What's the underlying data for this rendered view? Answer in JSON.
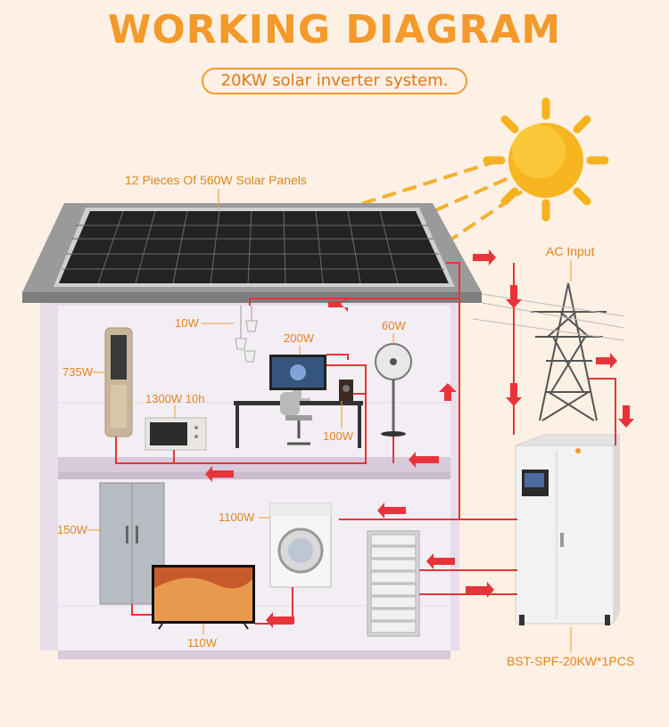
{
  "title": "WORKING DIAGRAM",
  "subtitle": "20KW solar inverter system.",
  "labels": {
    "solar_panels": "12 Pieces Of 560W Solar Panels",
    "ac_input": "AC Input",
    "lamp": "10W",
    "computer": "200W",
    "fan": "60W",
    "air_conditioner": "735W",
    "microwave": "1300W 10h",
    "speaker": "100W",
    "washer": "1100W",
    "fridge": "150W",
    "tv": "110W",
    "inverter": "BST-SPF-20KW*1PCS"
  },
  "colors": {
    "accent": "#f39a2b",
    "wire": "#e8333a",
    "house": "#9a9a9a",
    "panel": "#2a2a2a"
  },
  "icons": [
    "sun-icon",
    "solar-panel-icon",
    "pylon-icon",
    "inverter-icon",
    "battery-icon",
    "lamp-icon",
    "computer-icon",
    "fan-icon",
    "air-conditioner-icon",
    "microwave-icon",
    "speaker-icon",
    "washer-icon",
    "fridge-icon",
    "tv-icon",
    "desk-icon",
    "chair-icon"
  ]
}
